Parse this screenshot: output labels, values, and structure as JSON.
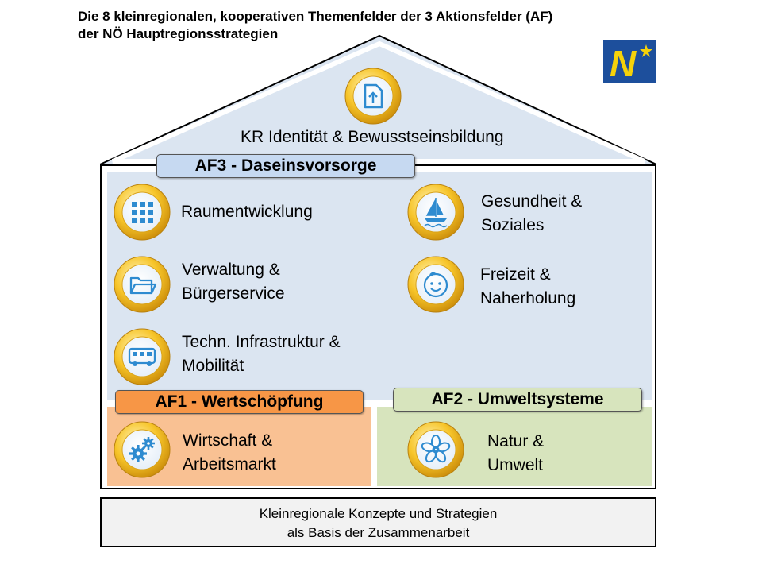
{
  "title": {
    "line1": "Die 8 kleinregionalen, kooperativen Themenfelder der 3 Aktionsfelder (AF)",
    "line2": "der NÖ Hauptregionsstrategien"
  },
  "logo": {
    "letter": "N",
    "colors": {
      "background": "#1d4f9c",
      "accent": "#f5d20a"
    }
  },
  "roof_item": {
    "label": "KR Identität & Bewusstseinsbildung",
    "icon": "document-upload-icon"
  },
  "af3": {
    "label": "AF3 - Daseinsvorsorge",
    "items": [
      {
        "line1": "Raumentwicklung",
        "line2": "",
        "icon": "grid-icon"
      },
      {
        "line1": "Gesundheit &",
        "line2": "Soziales",
        "icon": "sailboat-icon"
      },
      {
        "line1": "Verwaltung &",
        "line2": "Bürgerservice",
        "icon": "folder-icon"
      },
      {
        "line1": "Freizeit &",
        "line2": "Naherholung",
        "icon": "smiley-icon"
      },
      {
        "line1": "Techn. Infrastruktur &",
        "line2": "Mobilität",
        "icon": "bus-icon"
      }
    ]
  },
  "af1": {
    "label": "AF1 - Wertschöpfung",
    "items": [
      {
        "line1": "Wirtschaft &",
        "line2": "Arbeitsmarkt",
        "icon": "gears-icon"
      }
    ]
  },
  "af2": {
    "label": "AF2 - Umweltsysteme",
    "items": [
      {
        "line1": "Natur &",
        "line2": "Umwelt",
        "icon": "flower-icon"
      }
    ]
  },
  "base": {
    "line1": "Kleinregionale Konzepte und Strategien",
    "line2": "als Basis der Zusammenarbeit"
  },
  "colors": {
    "af3_fill": "#dbe5f1",
    "af3_label": "#c6d9f1",
    "af1_fill": "#f9c193",
    "af1_label": "#f79646",
    "af2_fill": "#d7e4bd",
    "icon_ring": "#f2b01e",
    "icon_line": "#2e8bd0"
  }
}
